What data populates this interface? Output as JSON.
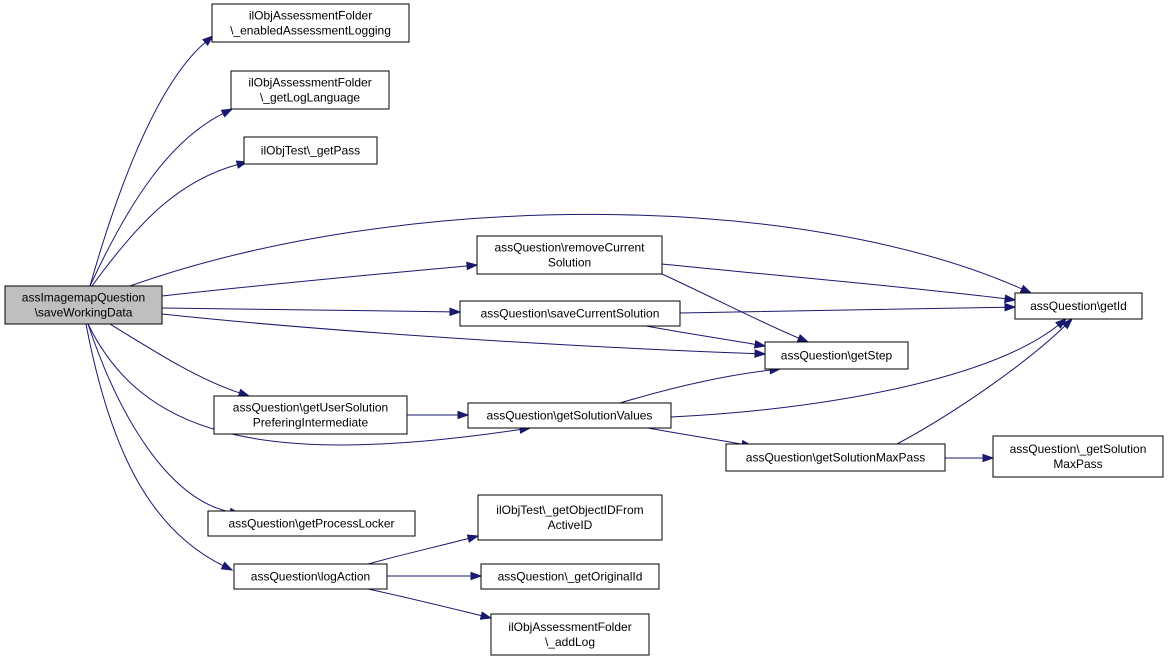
{
  "graph": {
    "nodes": [
      {
        "id": "root",
        "lines": [
          "assImagemapQuestion",
          "\\saveWorkingData"
        ],
        "highlight": true
      },
      {
        "id": "enabledLogging",
        "lines": [
          "ilObjAssessmentFolder",
          "\\_enabledAssessmentLogging"
        ]
      },
      {
        "id": "getLogLanguage",
        "lines": [
          "ilObjAssessmentFolder",
          "\\_getLogLanguage"
        ]
      },
      {
        "id": "getPass",
        "lines": [
          "ilObjTest\\_getPass"
        ]
      },
      {
        "id": "removeCurrentSolution",
        "lines": [
          "assQuestion\\removeCurrent",
          "Solution"
        ]
      },
      {
        "id": "saveCurrentSolution",
        "lines": [
          "assQuestion\\saveCurrentSolution"
        ]
      },
      {
        "id": "getUserSolutionPI",
        "lines": [
          "assQuestion\\getUserSolution",
          "PreferingIntermediate"
        ]
      },
      {
        "id": "getSolutionValues",
        "lines": [
          "assQuestion\\getSolutionValues"
        ]
      },
      {
        "id": "getProcessLocker",
        "lines": [
          "assQuestion\\getProcessLocker"
        ]
      },
      {
        "id": "logAction",
        "lines": [
          "assQuestion\\logAction"
        ]
      },
      {
        "id": "getObjectIDFromActiveID",
        "lines": [
          "ilObjTest\\_getObjectIDFrom",
          "ActiveID"
        ]
      },
      {
        "id": "getOriginalId",
        "lines": [
          "assQuestion\\_getOriginalId"
        ]
      },
      {
        "id": "addLog",
        "lines": [
          "ilObjAssessmentFolder",
          "\\_addLog"
        ]
      },
      {
        "id": "getId",
        "lines": [
          "assQuestion\\getId"
        ]
      },
      {
        "id": "getStep",
        "lines": [
          "assQuestion\\getStep"
        ]
      },
      {
        "id": "getSolutionMaxPass",
        "lines": [
          "assQuestion\\getSolutionMaxPass"
        ]
      },
      {
        "id": "getSolutionMaxPassStatic",
        "lines": [
          "assQuestion\\_getSolution",
          "MaxPass"
        ]
      }
    ],
    "edges": [
      {
        "from": "root",
        "to": "enabledLogging"
      },
      {
        "from": "root",
        "to": "getLogLanguage"
      },
      {
        "from": "root",
        "to": "getPass"
      },
      {
        "from": "root",
        "to": "getId"
      },
      {
        "from": "root",
        "to": "removeCurrentSolution"
      },
      {
        "from": "root",
        "to": "saveCurrentSolution"
      },
      {
        "from": "root",
        "to": "getStep"
      },
      {
        "from": "root",
        "to": "getUserSolutionPI"
      },
      {
        "from": "root",
        "to": "getSolutionValues"
      },
      {
        "from": "root",
        "to": "getProcessLocker"
      },
      {
        "from": "root",
        "to": "logAction"
      },
      {
        "from": "removeCurrentSolution",
        "to": "getId"
      },
      {
        "from": "removeCurrentSolution",
        "to": "getStep"
      },
      {
        "from": "saveCurrentSolution",
        "to": "getId"
      },
      {
        "from": "saveCurrentSolution",
        "to": "getStep"
      },
      {
        "from": "getUserSolutionPI",
        "to": "getSolutionValues"
      },
      {
        "from": "getSolutionValues",
        "to": "getStep"
      },
      {
        "from": "getSolutionValues",
        "to": "getId"
      },
      {
        "from": "getSolutionValues",
        "to": "getSolutionMaxPass"
      },
      {
        "from": "getSolutionMaxPass",
        "to": "getId"
      },
      {
        "from": "getSolutionMaxPass",
        "to": "getSolutionMaxPassStatic"
      },
      {
        "from": "logAction",
        "to": "getObjectIDFromActiveID"
      },
      {
        "from": "logAction",
        "to": "getOriginalId"
      },
      {
        "from": "logAction",
        "to": "addLog"
      }
    ]
  }
}
